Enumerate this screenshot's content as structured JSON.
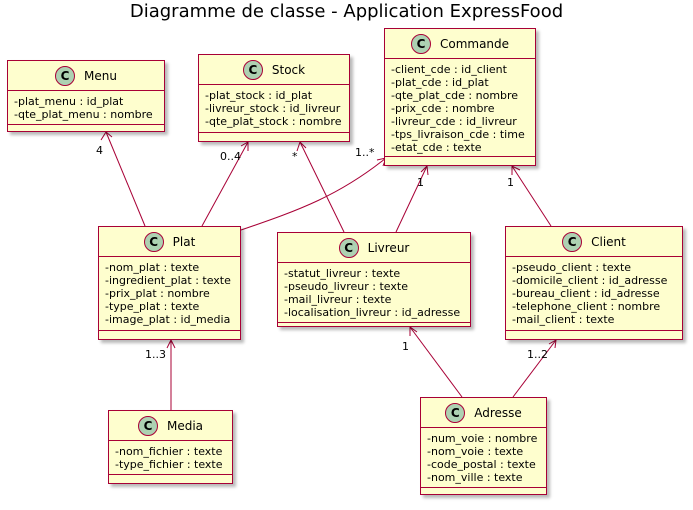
{
  "title": "Diagramme de classe - Application ExpressFood",
  "colors": {
    "border": "#a80036",
    "fill": "#fefece",
    "badge": "#add1b2"
  },
  "badge_letter": "C",
  "classes": {
    "menu": {
      "name": "Menu",
      "attributes": [
        "-plat_menu : id_plat",
        "-qte_plat_menu : nombre"
      ]
    },
    "stock": {
      "name": "Stock",
      "attributes": [
        "-plat_stock : id_plat",
        "-livreur_stock : id_livreur",
        "-qte_plat_stock : nombre"
      ]
    },
    "commande": {
      "name": "Commande",
      "attributes": [
        "-client_cde : id_client",
        "-plat_cde : id_plat",
        "-qte_plat_cde : nombre",
        "-prix_cde : nombre",
        "-livreur_cde : id_livreur",
        "-tps_livraison_cde : time",
        "-etat_cde : texte"
      ]
    },
    "plat": {
      "name": "Plat",
      "attributes": [
        "-nom_plat : texte",
        "-ingredient_plat : texte",
        "-prix_plat : nombre",
        "-type_plat : texte",
        "-image_plat : id_media"
      ]
    },
    "livreur": {
      "name": "Livreur",
      "attributes": [
        "-statut_livreur : texte",
        "-pseudo_livreur : texte",
        "-mail_livreur : texte",
        "-localisation_livreur : id_adresse"
      ]
    },
    "client": {
      "name": "Client",
      "attributes": [
        "-pseudo_client : texte",
        "-domicile_client : id_adresse",
        "-bureau_client : id_adresse",
        "-telephone_client : nombre",
        "-mail_client : texte"
      ]
    },
    "media": {
      "name": "Media",
      "attributes": [
        "-nom_fichier : texte",
        "-type_fichier : texte"
      ]
    },
    "adresse": {
      "name": "Adresse",
      "attributes": [
        "-num_voie : nombre",
        "-nom_voie : texte",
        "-code_postal : texte",
        "-nom_ville : texte"
      ]
    }
  },
  "associations": [
    {
      "from": "Plat",
      "to": "Menu",
      "multiplicity": "4"
    },
    {
      "from": "Plat",
      "to": "Stock",
      "multiplicity": "0..4"
    },
    {
      "from": "Livreur",
      "to": "Stock",
      "multiplicity": "*"
    },
    {
      "from": "Plat",
      "to": "Commande",
      "multiplicity": "1..*"
    },
    {
      "from": "Livreur",
      "to": "Commande",
      "multiplicity": "1"
    },
    {
      "from": "Client",
      "to": "Commande",
      "multiplicity": "1"
    },
    {
      "from": "Media",
      "to": "Plat",
      "multiplicity": "1..3"
    },
    {
      "from": "Adresse",
      "to": "Livreur",
      "multiplicity": "1"
    },
    {
      "from": "Adresse",
      "to": "Client",
      "multiplicity": "1..2"
    }
  ]
}
